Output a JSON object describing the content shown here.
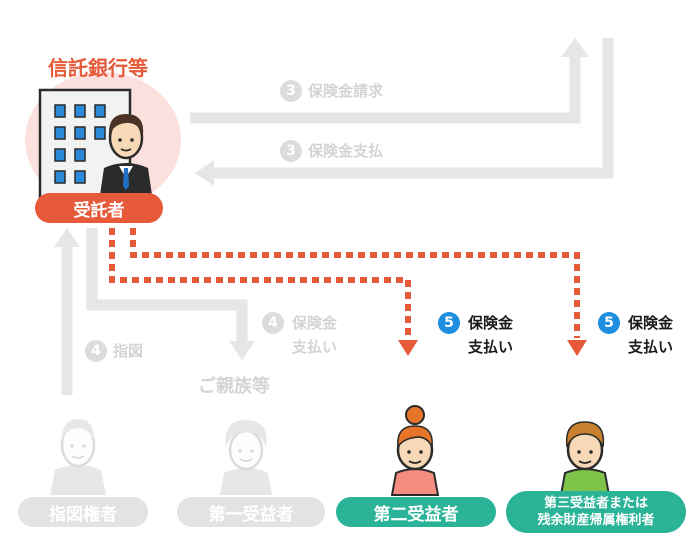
{
  "bank": {
    "title": "信託銀行等",
    "role_label": "受託者"
  },
  "flows": {
    "claim": {
      "step": "3",
      "label": "保険金請求"
    },
    "payout": {
      "step": "3",
      "label": "保険金支払"
    },
    "instruction": {
      "step": "4",
      "label": "指図"
    },
    "family_pay": {
      "step": "4",
      "line1": "保険金",
      "line2": "支払い"
    },
    "family_label": "ご親族等",
    "pay2": {
      "step": "5",
      "line1": "保険金",
      "line2": "支払い"
    },
    "pay3": {
      "step": "5",
      "line1": "保険金",
      "line2": "支払い"
    }
  },
  "people": {
    "p1": "指図権者",
    "p2": "第一受益者",
    "p3": "第二受益者",
    "p4_line1": "第三受益者または",
    "p4_line2": "残余財産帰属権利者"
  },
  "colors": {
    "gray_line": "#e3e3e3",
    "red": "#e65a3a",
    "green": "#2ab397",
    "blue": "#1d8ee0"
  }
}
